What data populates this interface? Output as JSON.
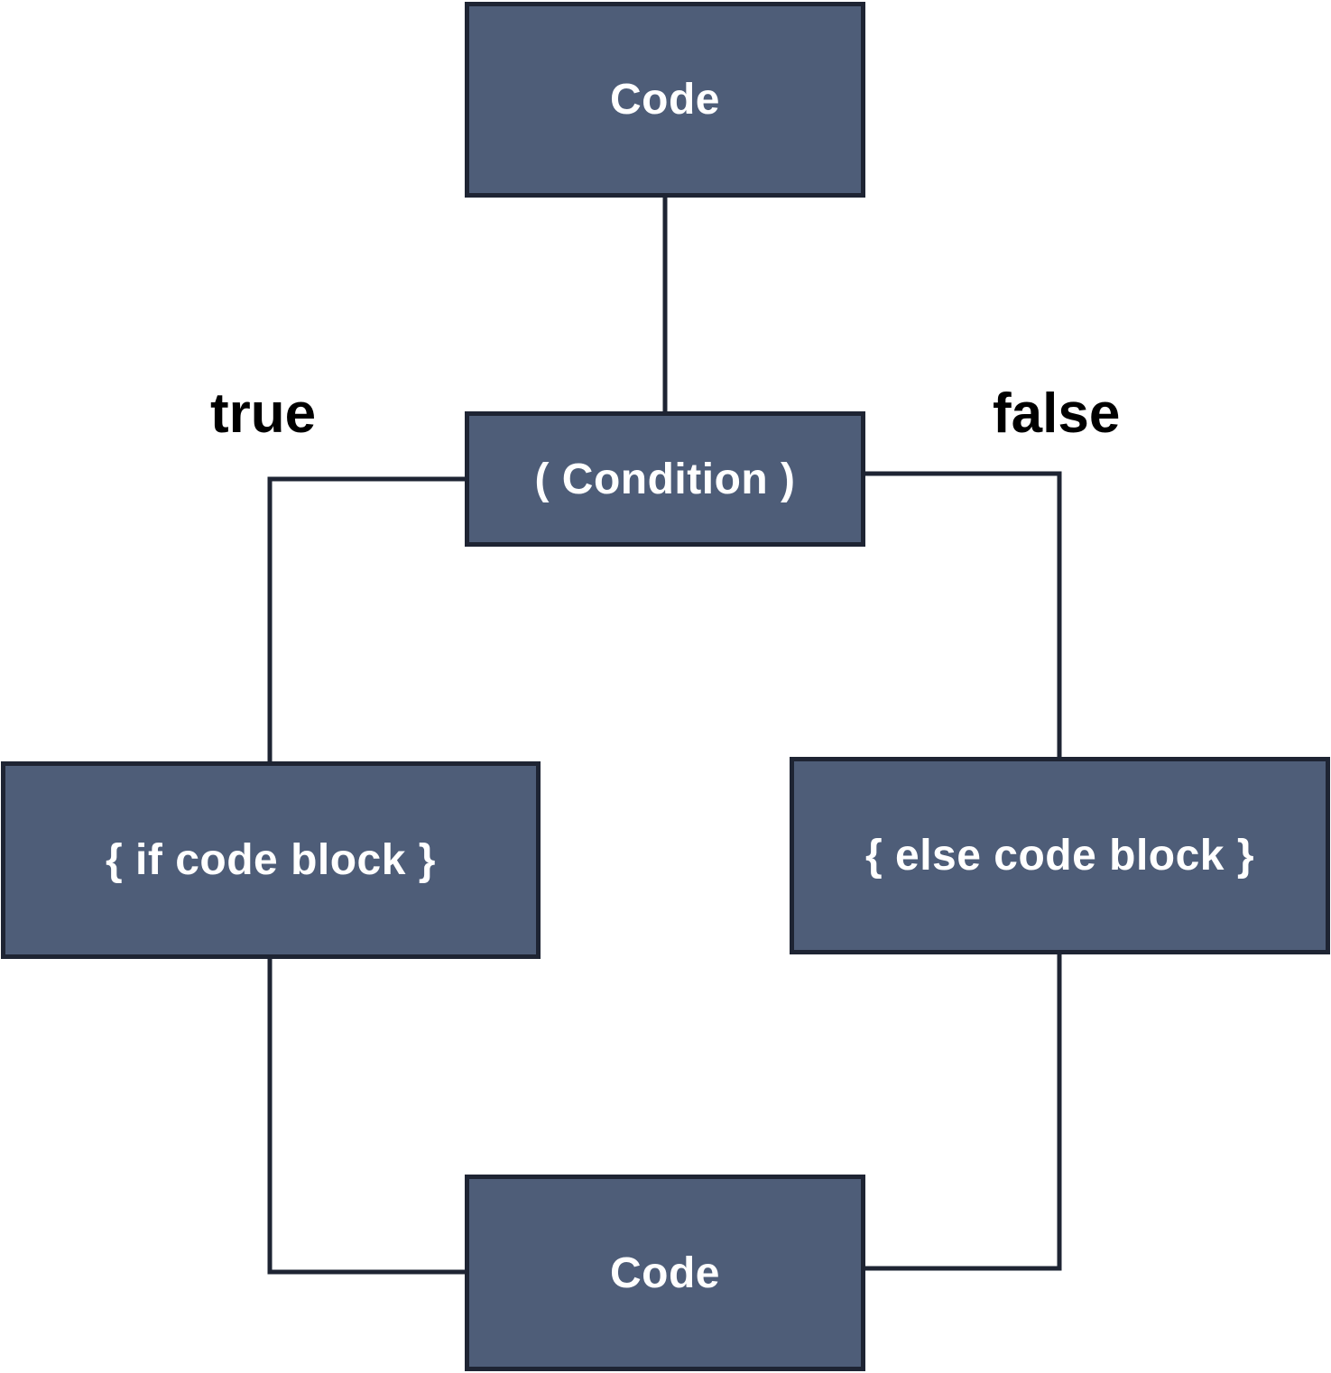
{
  "diagram": {
    "nodes": {
      "start": "Code",
      "condition": "( Condition )",
      "if_block": "{ if code block }",
      "else_block": "{ else code block }",
      "end": "Code"
    },
    "edge_labels": {
      "true": "true",
      "false": "false"
    }
  },
  "colors": {
    "box_fill": "#4e5d78",
    "box_border": "#1e2433",
    "box_text": "#ffffff",
    "connector": "#1e2433",
    "label_text": "#000000",
    "background": "#ffffff"
  }
}
